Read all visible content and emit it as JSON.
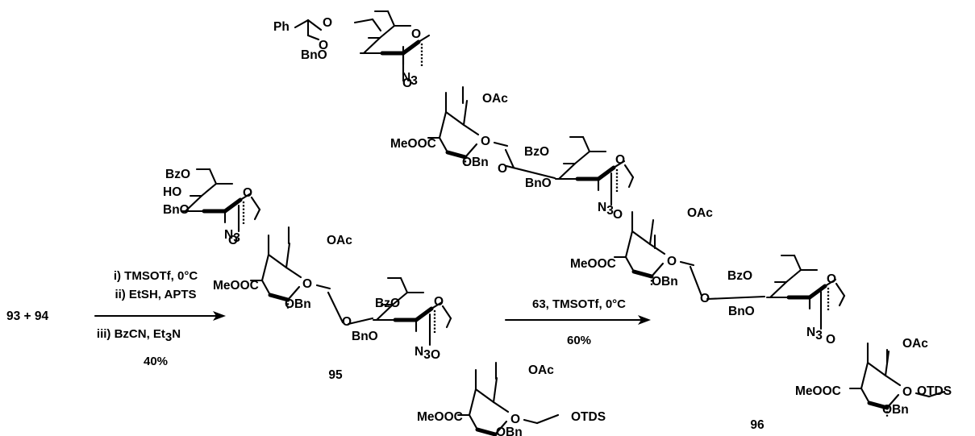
{
  "scheme": {
    "start": {
      "label": "93 + 94"
    },
    "step1": {
      "conditions": [
        "i) TMSOTf, 0°C",
        "ii) EtSH, APTS",
        "iii) BzCN, Et",
        "3",
        "N"
      ],
      "yield": "40%"
    },
    "step2": {
      "conditions": "63, TMSOTf, 0°C",
      "yield": "60%"
    },
    "compounds": [
      {
        "id": "95",
        "label": "95"
      },
      {
        "id": "96",
        "label": "96"
      }
    ],
    "atoms": {
      "O": "O",
      "HO": "HO",
      "BnO": "BnO",
      "BzO": "BzO",
      "N": "N",
      "sub3": "3",
      "OAc": "OAc",
      "MeOOC": "MeOOC",
      "OBn": "OBn",
      "OTDS": "OTDS",
      "Ph": "Ph"
    }
  }
}
